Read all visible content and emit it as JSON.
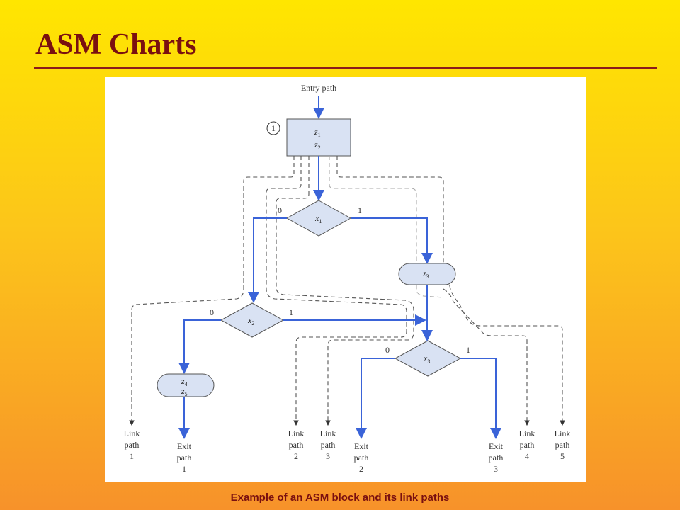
{
  "title": "ASM Charts",
  "caption": "Example of an ASM block and its link paths",
  "diagram": {
    "entry_label": "Entry path",
    "block_number": "1",
    "state_box": {
      "outputs": [
        "z",
        "z"
      ],
      "subs": [
        "1",
        "2"
      ]
    },
    "decision_x1": {
      "var": "x",
      "sub": "1",
      "zero": "0",
      "one": "1"
    },
    "decision_x2": {
      "var": "x",
      "sub": "2",
      "zero": "0",
      "one": "1"
    },
    "decision_x3": {
      "var": "x",
      "sub": "3",
      "zero": "0",
      "one": "1"
    },
    "cond_z3": {
      "var": "z",
      "sub": "3"
    },
    "cond_z4z5": {
      "vars": [
        "z",
        "z"
      ],
      "subs": [
        "4",
        "5"
      ]
    },
    "link_paths": [
      {
        "line1": "Link",
        "line2": "path",
        "num": "1"
      },
      {
        "line1": "Link",
        "line2": "path",
        "num": "2"
      },
      {
        "line1": "Link",
        "line2": "path",
        "num": "3"
      },
      {
        "line1": "Link",
        "line2": "path",
        "num": "4"
      },
      {
        "line1": "Link",
        "line2": "path",
        "num": "5"
      }
    ],
    "exit_paths": [
      {
        "line1": "Exit",
        "line2": "path",
        "num": "1"
      },
      {
        "line1": "Exit",
        "line2": "path",
        "num": "2"
      },
      {
        "line1": "Exit",
        "line2": "path",
        "num": "3"
      }
    ],
    "colors": {
      "flow": "#3a63d8",
      "shape_fill": "#d9e2f3",
      "title": "#7a1010"
    }
  }
}
